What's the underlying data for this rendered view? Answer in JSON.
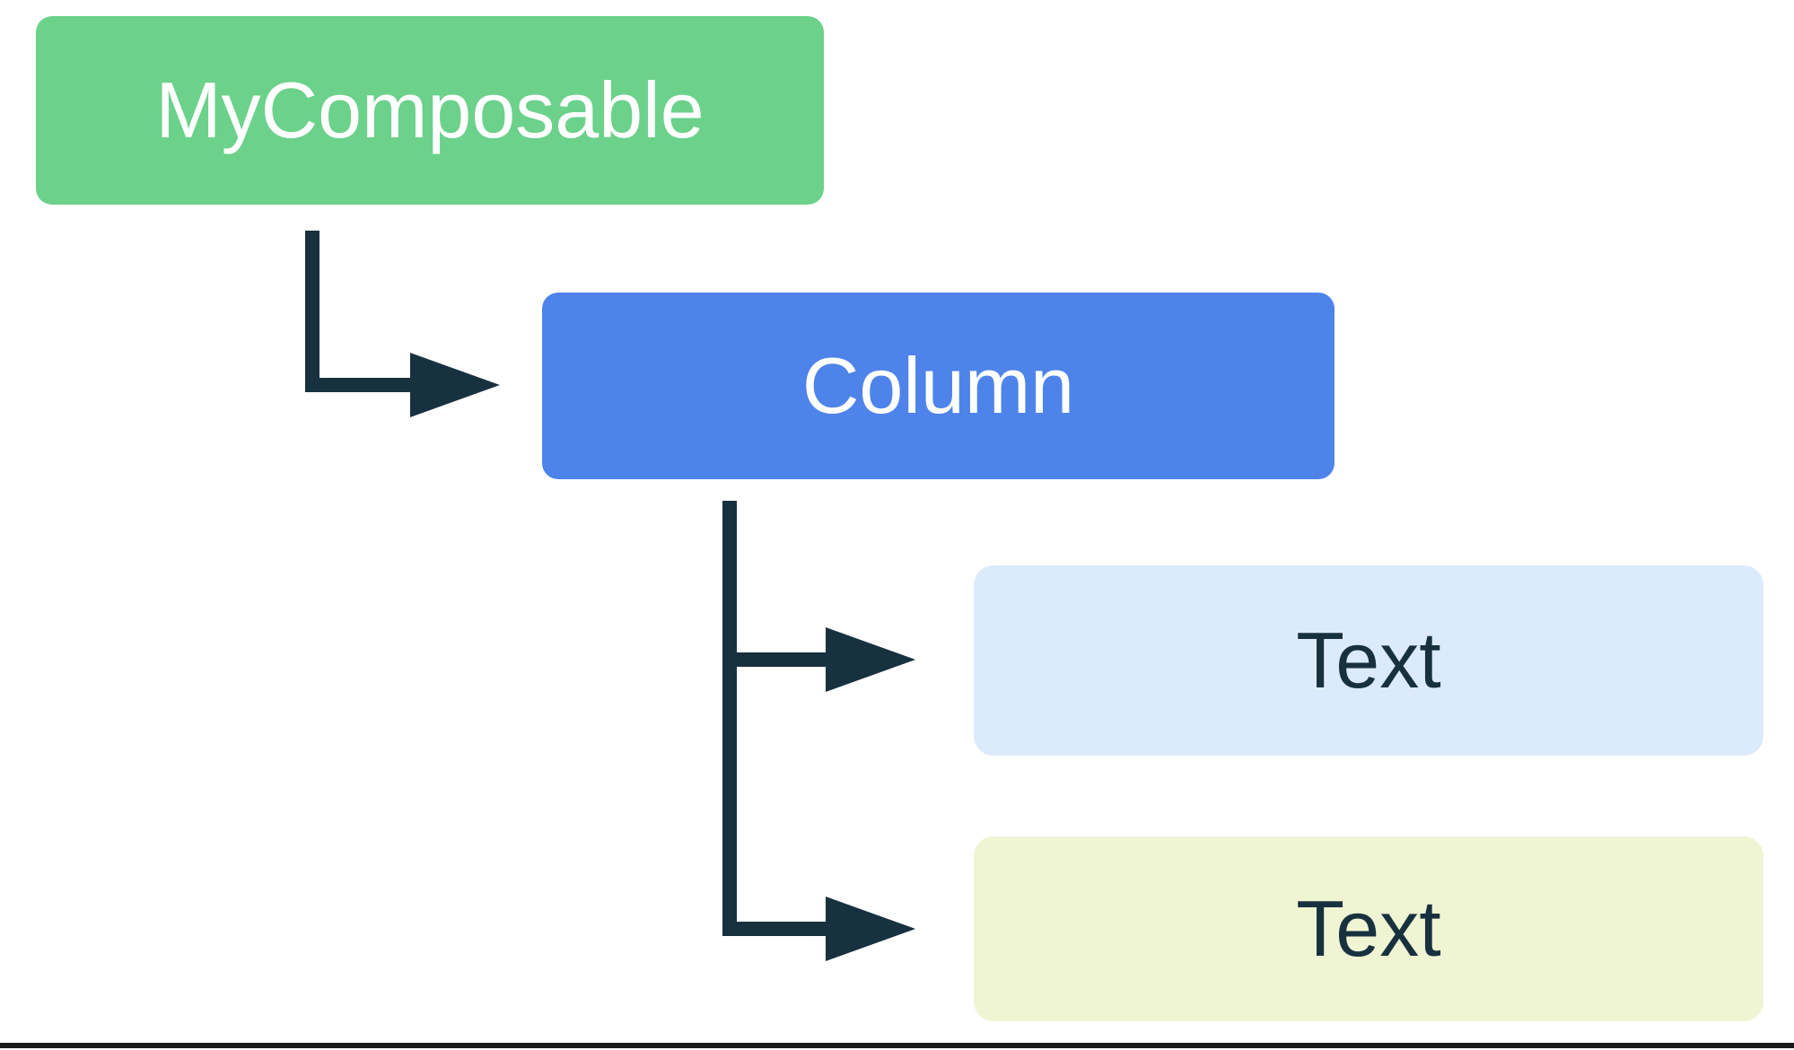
{
  "page": {
    "background": "#FFFFFF",
    "bottom_rule_color": "#1A1A1A"
  },
  "diagram": {
    "kind": "ui-tree",
    "arrow_color": "#17313F",
    "nodes": [
      {
        "id": "mycomposable",
        "label": "MyComposable",
        "fill": "#6BD18B",
        "text_color": "#FFFFFF"
      },
      {
        "id": "column",
        "label": "Column",
        "fill": "#4E83EA",
        "text_color": "#FFFFFF"
      },
      {
        "id": "text-1",
        "label": "Text",
        "fill": "#DCEBFB",
        "text_color": "#17313F"
      },
      {
        "id": "text-2",
        "label": "Text",
        "fill": "#EFF4D3",
        "text_color": "#17313F"
      }
    ],
    "edges": [
      {
        "from": "mycomposable",
        "to": "column"
      },
      {
        "from": "column",
        "to": "text-1"
      },
      {
        "from": "column",
        "to": "text-2"
      }
    ]
  }
}
